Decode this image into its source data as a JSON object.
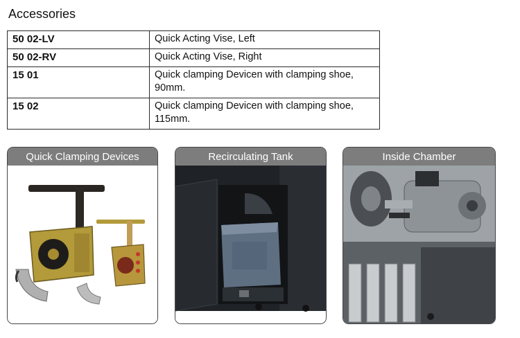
{
  "heading": "Accessories",
  "rows": [
    {
      "code": "50 02-LV",
      "desc": "Quick Acting Vise, Left"
    },
    {
      "code": "50 02-RV",
      "desc": "Quick Acting Vise, Right"
    },
    {
      "code": "15 01",
      "desc": "Quick clamping Devicen with clamping shoe, 90mm."
    },
    {
      "code": "15 02",
      "desc": "Quick clamping Devicen with clamping shoe, 115mm."
    }
  ],
  "cards": [
    {
      "caption": "Quick Clamping Devices",
      "icon": "clamping-device-photo"
    },
    {
      "caption": "Recirculating Tank",
      "icon": "tank-photo"
    },
    {
      "caption": "Inside Chamber",
      "icon": "chamber-photo"
    }
  ]
}
